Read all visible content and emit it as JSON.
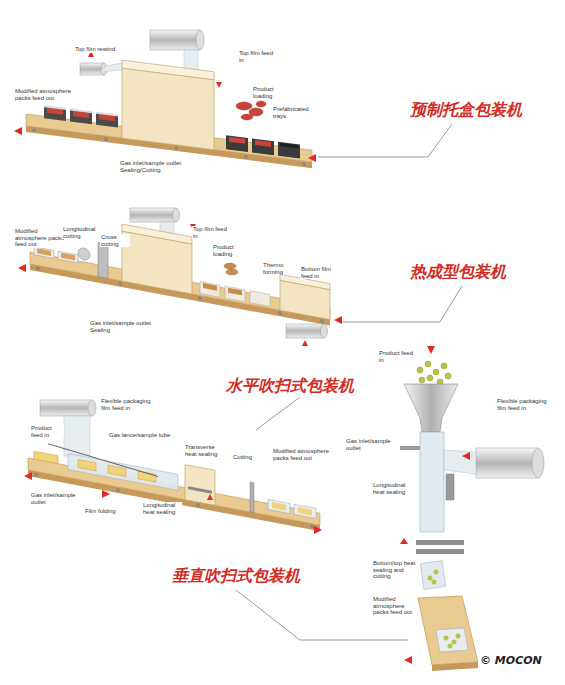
{
  "diagram": {
    "labels": [
      "Top film rewind",
      "Top film feed in",
      "Modified atmosphere packs feed out",
      "Product loading",
      "Prefabricated trays",
      "Gas inlet/sample outlet Sealing/Cutting",
      "预制托盒包装机",
      "Modified atmosphere packs feed out",
      "Longitudinal cutting",
      "Cross cutting",
      "Top film feed in",
      "Product loading",
      "Thermo forming",
      "Bottom film feed in",
      "Gas inlet/sample outlet Sealing",
      "热成型包装机",
      "水平吹扫式包装机",
      "Flexible packaging film feed in",
      "Product feed in",
      "Gas lance/sample tube",
      "Transverse heat sealing",
      "Cutting",
      "Modified atmosphere packs feed out",
      "Gas inlet/sample outlet",
      "Film folding",
      "Longitudinal heat sealing",
      "垂直吹扫式包装机",
      "Product feed in",
      "Flexible packaging film feed in",
      "Gas inlet/sample outlet",
      "Longitudinal heat sealing",
      "Bottom/top heat sealing and cutting",
      "Modified atmosphere packs feed out",
      "© MOCON"
    ]
  }
}
